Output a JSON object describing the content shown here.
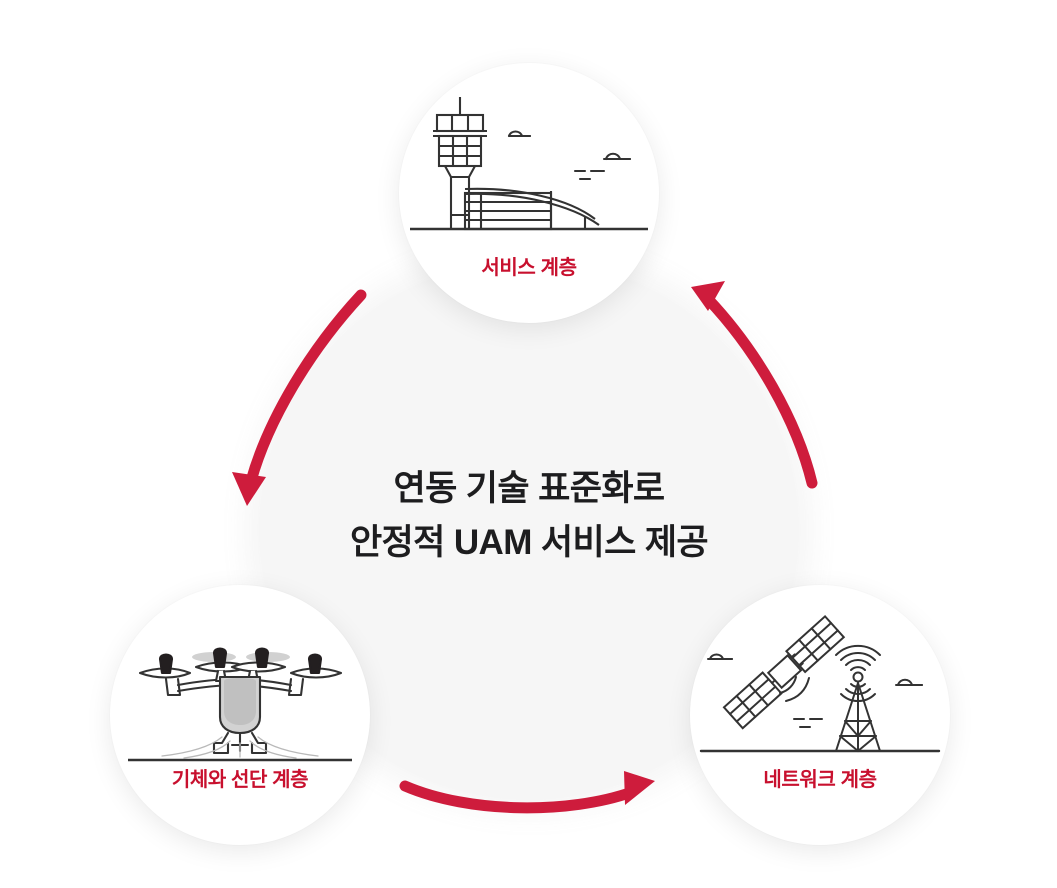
{
  "diagram": {
    "type": "cycle",
    "center": {
      "headline": "연동 기술 표준화로\n안정적 UAM 서비스 제공",
      "background_color": "#F6F6F6",
      "text_color": "#1D1D1F"
    },
    "accent_color": "#C8102E",
    "line_color": "#333333",
    "nodes": [
      {
        "id": "service",
        "label": "서비스 계층",
        "icon": "airport-control-tower-icon",
        "position": "top"
      },
      {
        "id": "vehicle",
        "label": "기체와 선단 계층",
        "icon": "evtol-drone-icon",
        "position": "bottom-left"
      },
      {
        "id": "network",
        "label": "네트워크 계층",
        "icon": "satellite-and-radio-tower-icon",
        "position": "bottom-right"
      }
    ],
    "arrows": [
      {
        "id": "service-to-vehicle",
        "from": "service",
        "to": "vehicle",
        "icon": "curved-arrow-icon"
      },
      {
        "id": "vehicle-to-network",
        "from": "vehicle",
        "to": "network",
        "icon": "curved-arrow-icon"
      },
      {
        "id": "network-to-service",
        "from": "network",
        "to": "service",
        "icon": "curved-arrow-icon"
      }
    ]
  }
}
